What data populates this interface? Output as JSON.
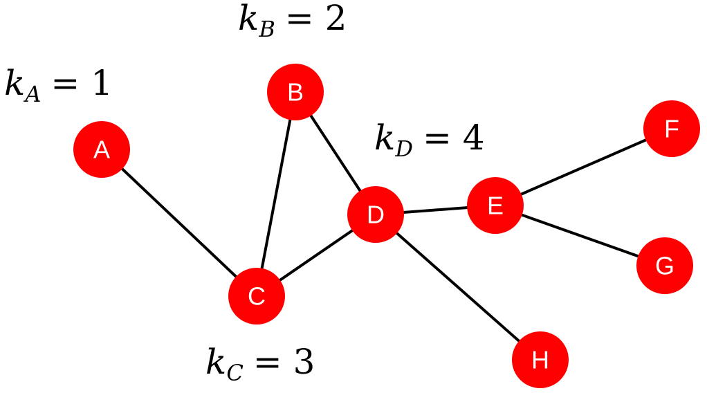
{
  "graph": {
    "node_color": "#ff0000",
    "edge_color": "#000000",
    "label_color": "#ffffff",
    "nodes": [
      {
        "id": "A",
        "label": "A"
      },
      {
        "id": "B",
        "label": "B"
      },
      {
        "id": "C",
        "label": "C"
      },
      {
        "id": "D",
        "label": "D"
      },
      {
        "id": "E",
        "label": "E"
      },
      {
        "id": "F",
        "label": "F"
      },
      {
        "id": "G",
        "label": "G"
      },
      {
        "id": "H",
        "label": "H"
      }
    ],
    "edges": [
      {
        "from": "A",
        "to": "C"
      },
      {
        "from": "B",
        "to": "C"
      },
      {
        "from": "B",
        "to": "D"
      },
      {
        "from": "C",
        "to": "D"
      },
      {
        "from": "D",
        "to": "E"
      },
      {
        "from": "D",
        "to": "H"
      },
      {
        "from": "E",
        "to": "F"
      },
      {
        "from": "E",
        "to": "G"
      }
    ]
  },
  "annotations": {
    "kA": {
      "var": "k",
      "sub": "A",
      "eq": "= 1"
    },
    "kB": {
      "var": "k",
      "sub": "B",
      "eq": "= 2"
    },
    "kC": {
      "var": "k",
      "sub": "C",
      "eq": "= 3"
    },
    "kD": {
      "var": "k",
      "sub": "D",
      "eq": "= 4"
    }
  }
}
